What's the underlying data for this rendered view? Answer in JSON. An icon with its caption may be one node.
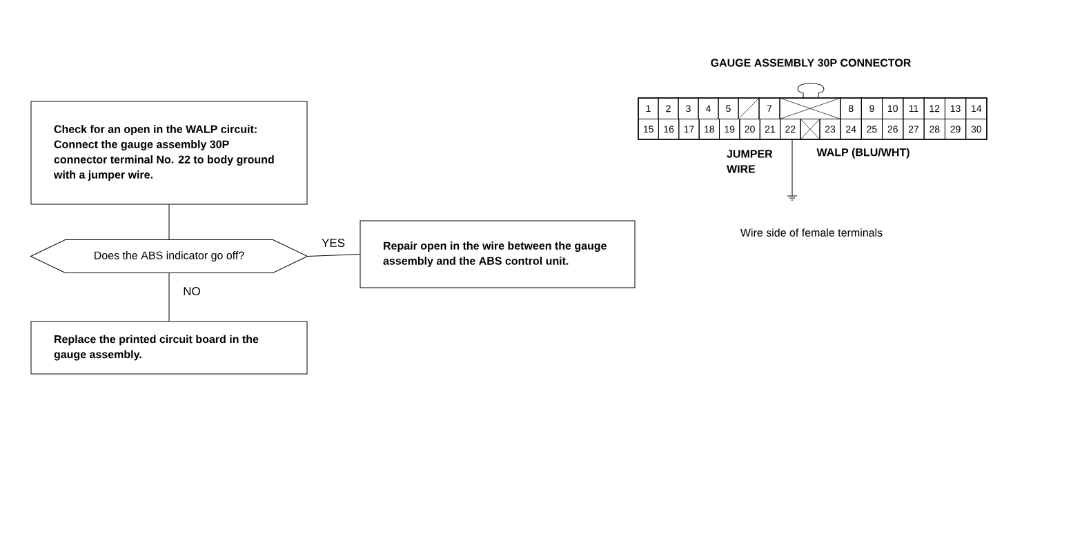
{
  "diagram": {
    "nodes": [
      {
        "text": [
          "Check for an open in the WALP circuit:",
          "Connect the gauge assembly 30P connector terminal No. 22 to body ground with a jumper wire."
        ]
      },
      {
        "text": [
          "Does the ABS indicator go off?"
        ]
      },
      {
        "text": [
          "Repair open in the wire between the gauge assembly and the ABS control unit."
        ]
      },
      {
        "text": [
          "Replace the printed circuit board in the gauge assembly."
        ]
      }
    ],
    "edges": [
      {
        "from": 0,
        "to": 1,
        "arrow": "none"
      },
      {
        "from": 1,
        "to": 2,
        "arrow": "none",
        "label": "YES"
      },
      {
        "from": 1,
        "to": 3,
        "arrow": "none",
        "label": "NO"
      }
    ],
    "labels": [
      "GAUGE ASSEMBLY 30P CONNECTOR",
      "1",
      "2",
      "3",
      "4",
      "5",
      "7",
      "8",
      "9",
      "10",
      "11",
      "12",
      "13",
      "14",
      "15",
      "16",
      "17",
      "18",
      "19",
      "20",
      "21",
      "22",
      "23",
      "24",
      "25",
      "26",
      "27",
      "28",
      "29",
      "30",
      "JUMPER WIRE",
      "WALP (BLU/WHT)",
      "Wire side of female terminals"
    ]
  }
}
